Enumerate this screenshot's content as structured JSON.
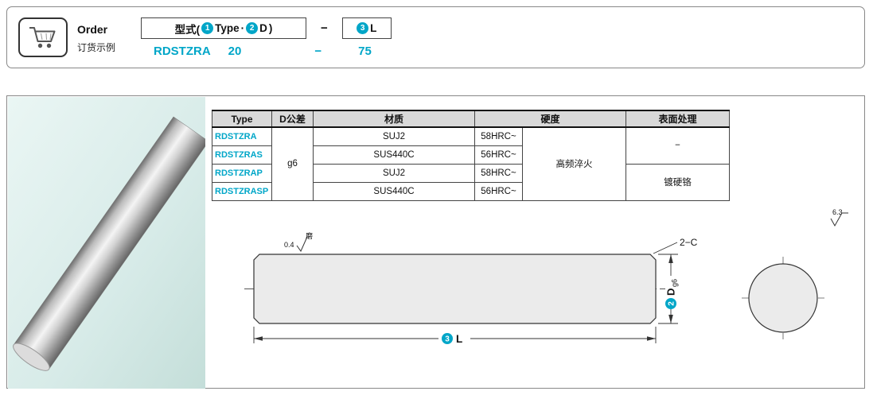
{
  "colors": {
    "accent": "#00a6c8",
    "table_header_bg": "#d9d9d9",
    "photo_bg": "#d7ebe8",
    "drawing_fill": "#ebebeb"
  },
  "order": {
    "title": "Order",
    "subtitle": "订货示例",
    "format": {
      "prefix": "型式(",
      "n1": "1",
      "type_label": "Type",
      "dot": "·",
      "n2": "2",
      "d_label": "D",
      "close": ")",
      "dash": "−",
      "n3": "3",
      "l_label": "L"
    },
    "example": {
      "type": "RDSTZRA",
      "d": "20",
      "dash": "−",
      "l": "75"
    }
  },
  "table": {
    "headers": {
      "type": "Type",
      "tolerance": "D公差",
      "material": "材质",
      "hardness": "硬度",
      "surface": "表面处理"
    },
    "rows": [
      {
        "type": "RDSTZRA",
        "material": "SUJ2",
        "hardness": "58HRC~"
      },
      {
        "type": "RDSTZRAS",
        "material": "SUS440C",
        "hardness": "56HRC~"
      },
      {
        "type": "RDSTZRAP",
        "material": "SUJ2",
        "hardness": "58HRC~"
      },
      {
        "type": "RDSTZRASP",
        "material": "SUS440C",
        "hardness": "56HRC~"
      }
    ],
    "tolerance": "g6",
    "quench": "高频淬火",
    "surface_none": "−",
    "surface_plated": "镀硬铬"
  },
  "drawing": {
    "top_roughness": "6.3",
    "edge_roughness": "0.4",
    "edge_roughness_note": "磨",
    "chamfer": "2−C",
    "dia_num": "2",
    "dia_letter": "D",
    "dia_tol": "g6",
    "len_num": "3",
    "len_letter": "L"
  }
}
